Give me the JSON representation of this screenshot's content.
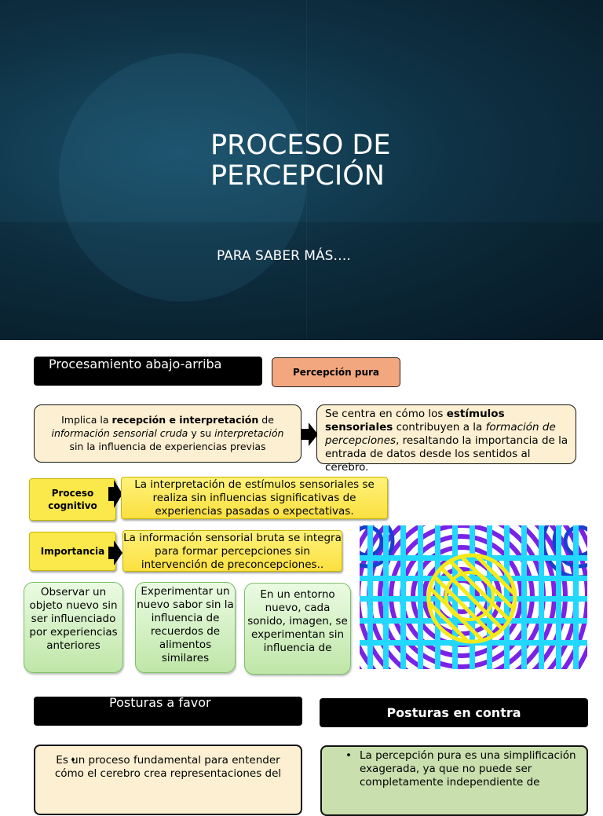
{
  "title_slide": {
    "title": "PROCESO DE PERCEPCIÓN",
    "subtitle": "PARA SABER MÁS…."
  },
  "section": {
    "header": "Procesamiento abajo-arriba",
    "tag": "Percepción pura"
  },
  "implica": {
    "p1": "Implica la ",
    "b1": "recepción e interpretación",
    "p2": " de ",
    "i1": "información sensorial cruda",
    "p3": " y su ",
    "i2": "interpretación",
    "p4": " sin la influencia de experiencias previas"
  },
  "centra": {
    "p1": "Se centra en cómo los ",
    "b1": "estímulos sensoriales",
    "p2": " contribuyen a la ",
    "i1": "formación de percepciones",
    "p3": ", resaltando la importancia de la entrada de datos desde los sentidos al cerebro."
  },
  "cognitivo": {
    "label": "Proceso cognitivo",
    "text": "La interpretación de estímulos sensoriales se realiza sin influencias significativas de experiencias pasadas o expectativas."
  },
  "importancia": {
    "label": "Importancia",
    "text": "La información sensorial bruta se integra para formar percepciones sin intervención de preconcepciones.."
  },
  "examples": [
    "Observar un objeto nuevo sin ser influenciado por experiencias anteriores",
    "Experimentar un nuevo sabor sin la influencia de recuerdos de alimentos similares",
    "En un entorno nuevo, cada sonido, imagen, se experimentan sin influencia de"
  ],
  "posturas": {
    "favor_header": "Posturas a favor",
    "contra_header": "Posturas en contra",
    "favor_text_1": "Es un proceso fundamental para entender",
    "favor_text_2": "cómo el cerebro crea representaciones del",
    "contra_text": "La percepción pura es una simplificación    exagerada, ya que no puede ser completamente independiente de",
    "bullet": "•"
  },
  "colors": {
    "title_bg": "#0f3346",
    "tag_bg": "#f2a77f",
    "cream": "#fdf0d2",
    "yellow": "#fbe84a",
    "green": "#bfe6a8",
    "contra_bg": "#c9dfae"
  }
}
